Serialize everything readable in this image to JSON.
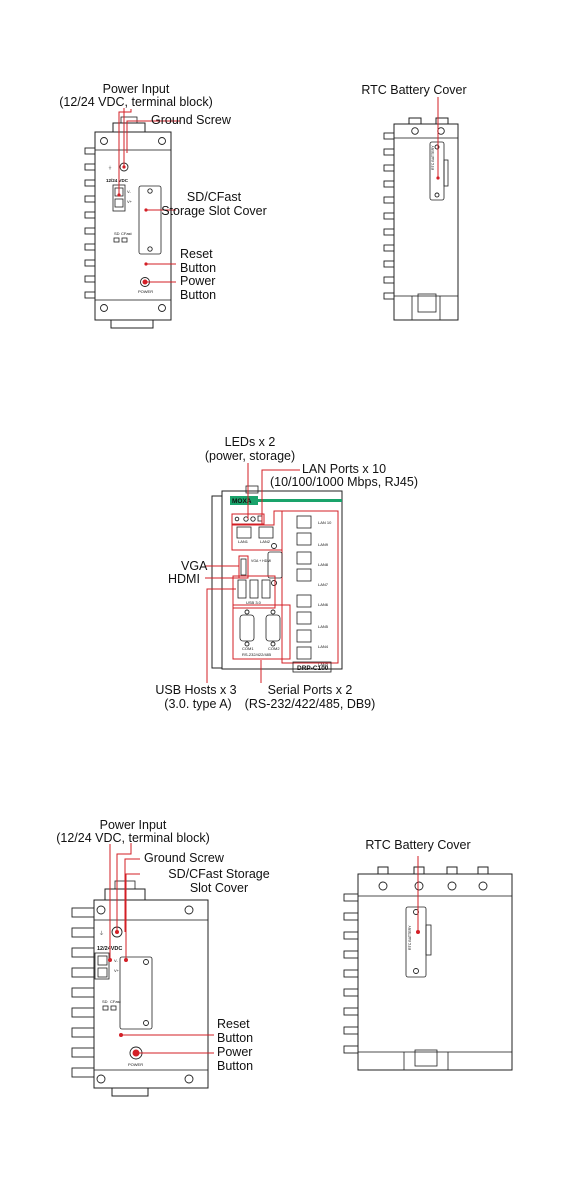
{
  "section1": {
    "front_labels": {
      "power_input_line1": "Power Input",
      "power_input_line2": "(12/24 VDC, terminal block)",
      "ground_screw": "Ground Screw",
      "sd_cover_line1": "SD/CFast",
      "sd_cover_line2": "Storage Slot Cover",
      "reset_line1": "Reset",
      "reset_line2": "Button",
      "power_btn_line1": "Power",
      "power_btn_line2": "Button"
    },
    "side_labels": {
      "rtc": "RTC Battery Cover"
    },
    "device_text": {
      "vdc": "12/24 VDC",
      "vplus": "V+",
      "vminus": "V-",
      "sd": "SD",
      "cfast": "CFast",
      "power": "POWER",
      "rtc_battery": "RTC BATTERY"
    }
  },
  "section2": {
    "labels": {
      "leds_line1": "LEDs x 2",
      "leds_line2": "(power, storage)",
      "lan_line1": "LAN Ports x 10",
      "lan_line2": "(10/100/1000 Mbps, RJ45)",
      "vga": "VGA",
      "hdmi": "HDMI",
      "usb_line1": "USB Hosts x 3",
      "usb_line2": "(3.0. type A)",
      "serial_line1": "Serial Ports x 2",
      "serial_line2": "(RS-232/422/485, DB9)"
    },
    "device_text": {
      "brand": "MOXA",
      "model": "DRP-C100",
      "lan_ports": [
        "LAN 10",
        "LAN9",
        "LAN8",
        "LAN7",
        "LAN6",
        "LAN5",
        "LAN4",
        "LAN3"
      ],
      "lan1": "LAN1",
      "lan2": "LAN2",
      "vga_hdmi": "VGA + HDMI",
      "usb30": "USB 3.0",
      "com1": "COM1",
      "com2": "COM2",
      "rs": "RS-232/422/485"
    },
    "colors": {
      "brand_accent": "#1aa36b",
      "callout": "#d31f26"
    }
  },
  "section3": {
    "front_labels": {
      "power_input_line1": "Power Input",
      "power_input_line2": "(12/24 VDC, terminal block)",
      "ground_screw": "Ground Screw",
      "sd_cover_line1": "SD/CFast Storage",
      "sd_cover_line2": "Slot Cover",
      "reset_line1": "Reset",
      "reset_line2": "Button",
      "power_btn_line1": "Power",
      "power_btn_line2": "Button"
    },
    "side_labels": {
      "rtc": "RTC Battery Cover"
    },
    "device_text": {
      "vdc": "12/24VDC",
      "vplus": "V+",
      "vminus": "V-",
      "sd": "SD",
      "cfast": "CFast",
      "power": "POWER",
      "rtc_battery": "RTC BATTERY"
    }
  }
}
